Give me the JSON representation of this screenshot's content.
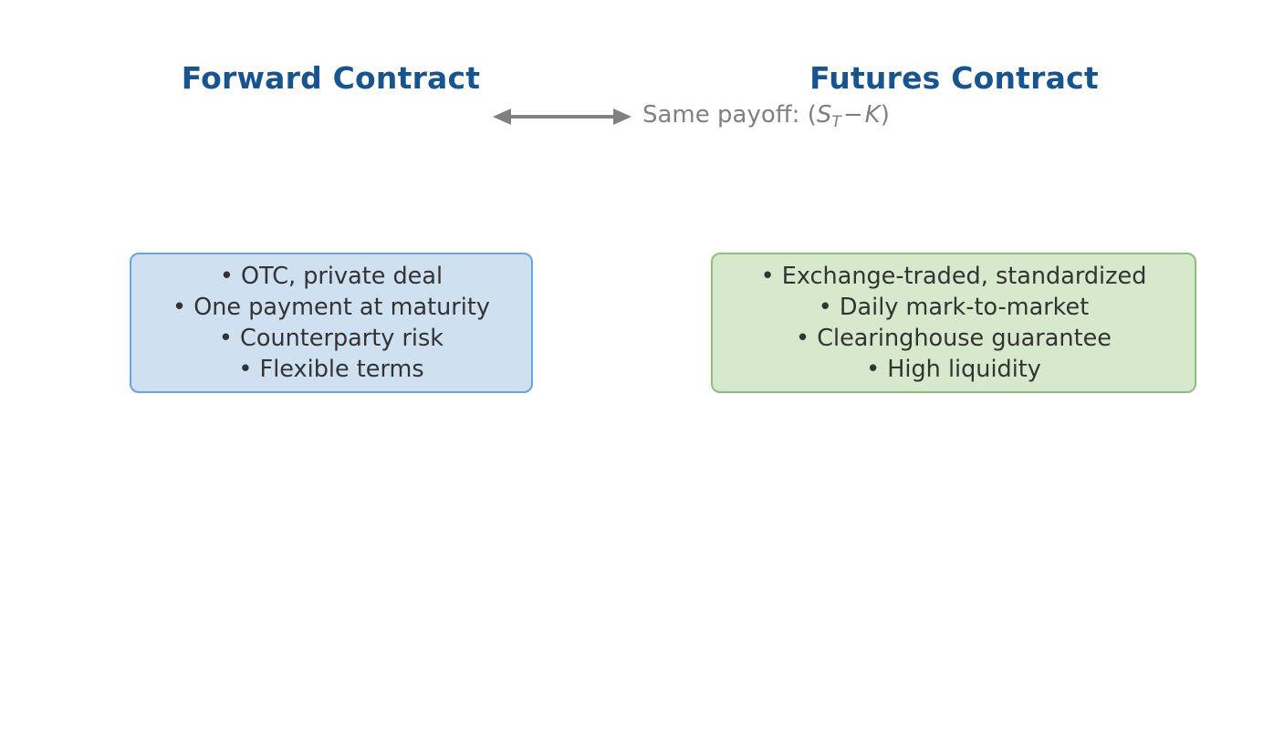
{
  "slide": {
    "background_color": "#ffffff",
    "title_color": "#18548f",
    "body_text_color": "#333333",
    "connector_color": "#808080"
  },
  "headings": {
    "left": "Forward Contract",
    "right": "Futures Contract"
  },
  "connector": {
    "icon": "double-headed-arrow-icon",
    "label_prefix": "Same payoff: (",
    "math_symbol": "S",
    "math_subscript": "T",
    "math_operator": "−",
    "math_symbol_2": "K",
    "label_suffix": ")",
    "full_label": "Same payoff: (S_T − K)"
  },
  "panels": [
    {
      "id": "forward",
      "fill_color": "#cfe0f1",
      "border_color": "#6ba3da",
      "bullets": [
        "• OTC, private deal",
        "• One payment at maturity",
        "• Counterparty risk",
        "• Flexible terms"
      ]
    },
    {
      "id": "futures",
      "fill_color": "#d7e9cc",
      "border_color": "#8cc178",
      "bullets": [
        "• Exchange-traded, standardized",
        "• Daily mark-to-market",
        "• Clearinghouse guarantee",
        "• High liquidity"
      ]
    }
  ]
}
